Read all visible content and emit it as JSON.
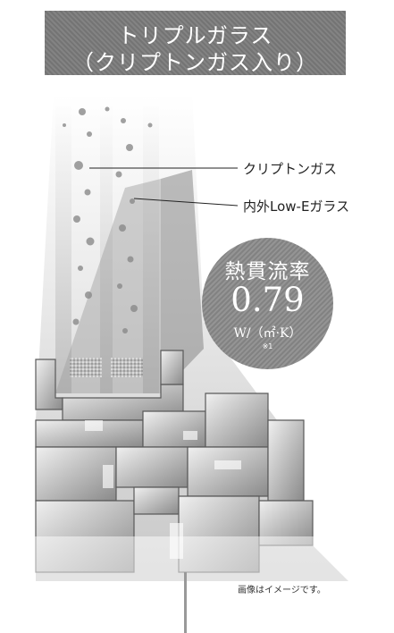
{
  "header": {
    "line1": "トリプルガラス",
    "line2": "（クリプトンガス入り）"
  },
  "labels": {
    "krypton": "クリプトンガス",
    "low_e": "内外Low-Eガラス"
  },
  "badge": {
    "title": "熱貫流率",
    "value": "0.79",
    "unit": "W/（㎡·K）",
    "note": "※1"
  },
  "caption": "画像はイメージです。",
  "colors": {
    "header_bg": "#7b7b7b",
    "badge_bg": "#8c8c8c",
    "text": "#222222"
  }
}
